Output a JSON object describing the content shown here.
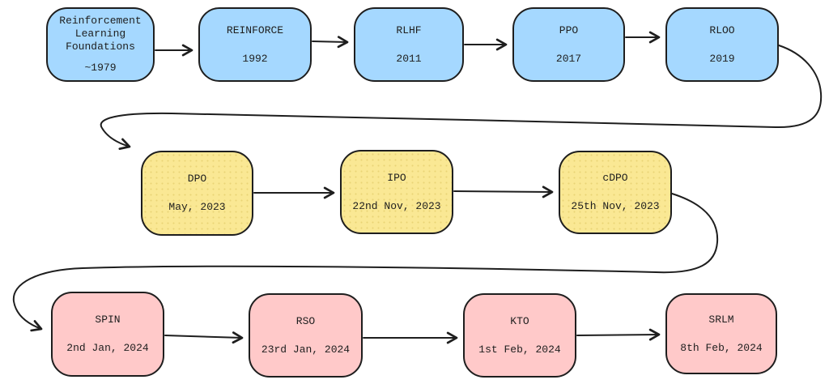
{
  "diagram": {
    "type": "flowchart-timeline",
    "topic": "Preference optimization / RL methods timeline",
    "colors": {
      "stroke": "#1e1e1e",
      "background": "#ffffff",
      "era1_fill": "#a5d8ff",
      "era2_fill": "#fae894",
      "era3_fill": "#ffc9c9"
    },
    "eras": [
      {
        "fill": "#a5d8ff",
        "nodes": [
          {
            "label": "Reinforcement Learning Foundations",
            "date": "~1979"
          },
          {
            "label": "REINFORCE",
            "date": "1992"
          },
          {
            "label": "RLHF",
            "date": "2011"
          },
          {
            "label": "PPO",
            "date": "2017"
          },
          {
            "label": "RLOO",
            "date": "2019"
          }
        ]
      },
      {
        "fill": "#fae894",
        "nodes": [
          {
            "label": "DPO",
            "date": "May, 2023"
          },
          {
            "label": "IPO",
            "date": "22nd Nov, 2023"
          },
          {
            "label": "cDPO",
            "date": "25th Nov, 2023"
          }
        ]
      },
      {
        "fill": "#ffc9c9",
        "nodes": [
          {
            "label": "SPIN",
            "date": "2nd Jan, 2024"
          },
          {
            "label": "RSO",
            "date": "23rd Jan, 2024"
          },
          {
            "label": "KTO",
            "date": "1st Feb, 2024"
          },
          {
            "label": "SRLM",
            "date": "8th Feb, 2024"
          }
        ]
      }
    ],
    "connections": [
      "Reinforcement Learning Foundations -> REINFORCE",
      "REINFORCE -> RLHF",
      "RLHF -> PPO",
      "PPO -> RLOO",
      "RLOO -> DPO",
      "DPO -> IPO",
      "IPO -> cDPO",
      "cDPO -> SPIN",
      "SPIN -> RSO",
      "RSO -> KTO",
      "KTO -> SRLM"
    ]
  }
}
